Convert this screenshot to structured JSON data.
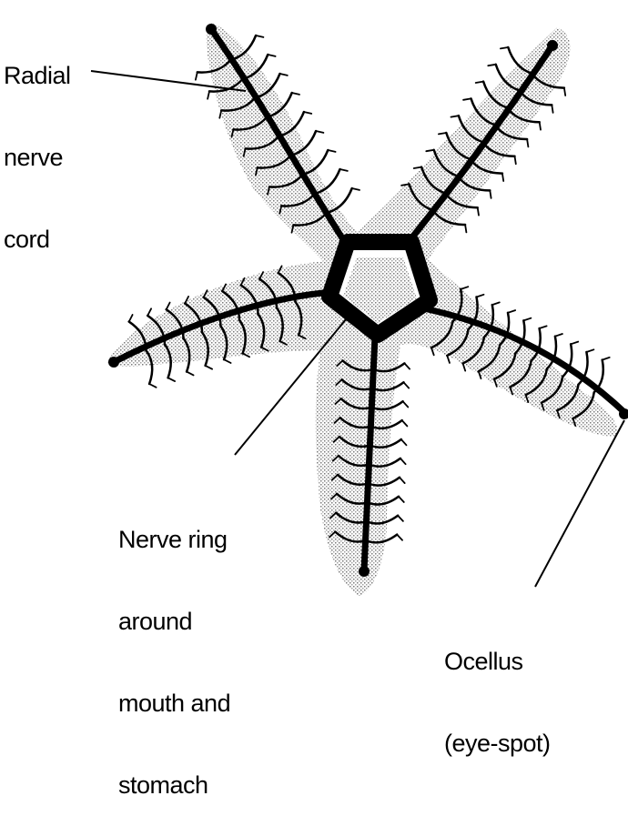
{
  "labels": {
    "radial_nerve_cord": [
      "Radial",
      "nerve",
      "cord"
    ],
    "nerve_ring": [
      "Nerve ring",
      "around",
      "mouth and",
      "stomach"
    ],
    "ocellus": [
      "Ocellus",
      "(eye-spot)"
    ]
  },
  "colors": {
    "ink": "#000000",
    "stipple": "#8a8a8a",
    "background": "#ffffff"
  }
}
